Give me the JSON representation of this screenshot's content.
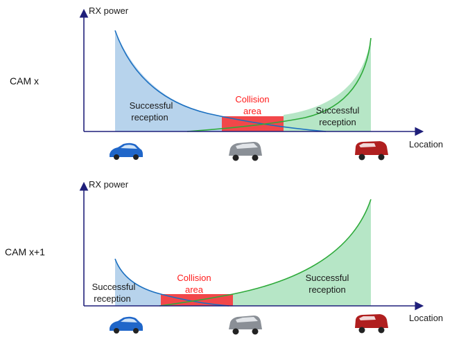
{
  "colors": {
    "axis": "#1f1f7a",
    "blue_curve": "#1a6fc0",
    "green_curve": "#2eaa3a",
    "blue_fill": "#b7d3ec",
    "green_fill": "#b6e6c6",
    "collision_fill": "#f2474a",
    "collision_text": "#ff1a1a",
    "car_blue": "#1f66c9",
    "car_gray": "#8a8f96",
    "car_red": "#b01f1f"
  },
  "panels": [
    {
      "cam_label": "CAM x",
      "y_axis_label": "RX power",
      "x_axis_label": "Location",
      "left_region": [
        "Successful",
        "reception"
      ],
      "collision": [
        "Collision",
        "area"
      ],
      "right_region": [
        "Successful",
        "reception"
      ]
    },
    {
      "cam_label": "CAM x+1",
      "y_axis_label": "RX power",
      "x_axis_label": "Location",
      "left_region": [
        "Successful",
        "reception"
      ],
      "collision": [
        "Collision",
        "area"
      ],
      "right_region": [
        "Successful",
        "reception"
      ]
    }
  ],
  "vehicles": [
    {
      "name": "blue-car-icon"
    },
    {
      "name": "gray-suv-icon"
    },
    {
      "name": "red-suv-icon"
    }
  ]
}
